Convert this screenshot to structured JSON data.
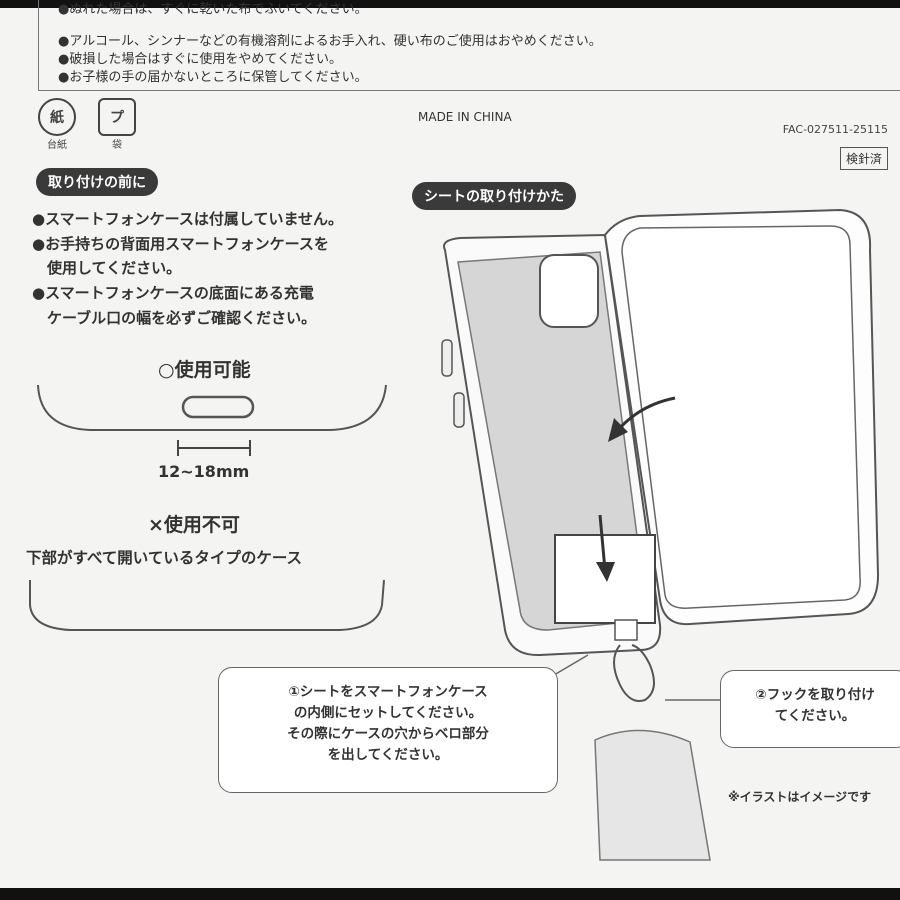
{
  "warnings": [
    "●ぬれた場合は、すぐに乾いた布でふいてください。",
    "●アルコール、シンナーなどの有機溶剤によるお手入れ、硬い布のご使用はおやめください。",
    "●破損した場合はすぐに使用をやめてください。",
    "●お子様の手の届かないところに保管してください。"
  ],
  "recycle": [
    {
      "mark": "紙",
      "caption": "台紙"
    },
    {
      "mark": "プ",
      "caption": "袋"
    }
  ],
  "made_in": "MADE IN CHINA",
  "product_code": "FAC-027511-25115",
  "inspected": "検針済",
  "before_install": {
    "heading": "取り付けの前に",
    "bullets": [
      "●スマートフォンケースは付属していません。",
      "●お手持ちの背面用スマートフォンケースを",
      "　使用してください。",
      "●スマートフォンケースの底面にある充電",
      "　ケーブル口の幅を必ずご確認ください。"
    ],
    "ok_label": "○使用可能",
    "width_label": "12~18mm",
    "ng_label": "×使用不可",
    "ng_desc": "下部がすべて開いているタイプのケース"
  },
  "how_to": {
    "heading": "シートの取り付けかた",
    "step1": [
      "①シートをスマートフォンケース",
      "の内側にセットしてください。",
      "その際にケースの穴からベロ部分",
      "を出してください。"
    ],
    "step2": [
      "②フックを取り付け",
      "てください。"
    ],
    "note": "※イラストはイメージです"
  }
}
